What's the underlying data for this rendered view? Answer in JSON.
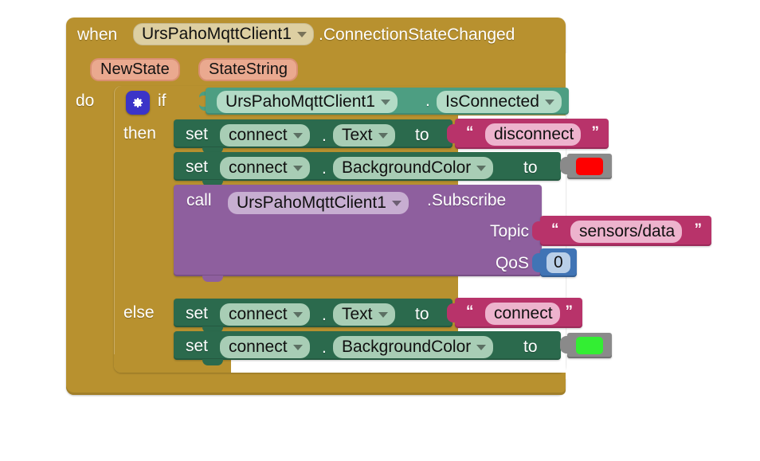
{
  "workspace": {
    "background_color": "#ffffff"
  },
  "event_block": {
    "color": "#b8912f",
    "when_label": "when",
    "component": "UrsPahoMqttClient1",
    "event_name": ".ConnectionStateChanged",
    "parameters": [
      "NewState",
      "StateString"
    ],
    "do_label": "do"
  },
  "if_block": {
    "color": "#b8912f",
    "mutator_icon": "gear-icon",
    "if_label": "if",
    "then_label": "then",
    "else_label": "else"
  },
  "condition": {
    "color": "#4d9e82",
    "component": "UrsPahoMqttClient1",
    "dot": ".",
    "property": "IsConnected"
  },
  "then_statements": [
    {
      "type": "setter",
      "color": "#2b6a4d",
      "set_label": "set",
      "component": "connect",
      "dot": ".",
      "property": "Text",
      "to_label": "to",
      "value_type": "text",
      "value": "disconnect",
      "value_color": "#b8336a",
      "open_quote": "“",
      "close_quote": "”"
    },
    {
      "type": "setter",
      "color": "#2b6a4d",
      "set_label": "set",
      "component": "connect",
      "dot": ".",
      "property": "BackgroundColor",
      "to_label": "to",
      "value_type": "color",
      "value": "#ff0000",
      "value_color": "#8a8a8a"
    },
    {
      "type": "call",
      "color": "#8e5f9e",
      "call_label": "call",
      "component": "UrsPahoMqttClient1",
      "method": ".Subscribe",
      "args": [
        {
          "name": "Topic",
          "value_type": "text",
          "value": "sensors/data",
          "value_color": "#b8336a",
          "open_quote": "“",
          "close_quote": "”"
        },
        {
          "name": "QoS",
          "value_type": "number",
          "value": "0",
          "value_color": "#4074b5"
        }
      ]
    }
  ],
  "else_statements": [
    {
      "type": "setter",
      "color": "#2b6a4d",
      "set_label": "set",
      "component": "connect",
      "dot": ".",
      "property": "Text",
      "to_label": "to",
      "value_type": "text",
      "value": "connect",
      "value_color": "#b8336a",
      "open_quote": "“",
      "close_quote": "”"
    },
    {
      "type": "setter",
      "color": "#2b6a4d",
      "set_label": "set",
      "component": "connect",
      "dot": ".",
      "property": "BackgroundColor",
      "to_label": "to",
      "value_type": "color",
      "value": "#33ee33",
      "value_color": "#8a8a8a"
    }
  ]
}
